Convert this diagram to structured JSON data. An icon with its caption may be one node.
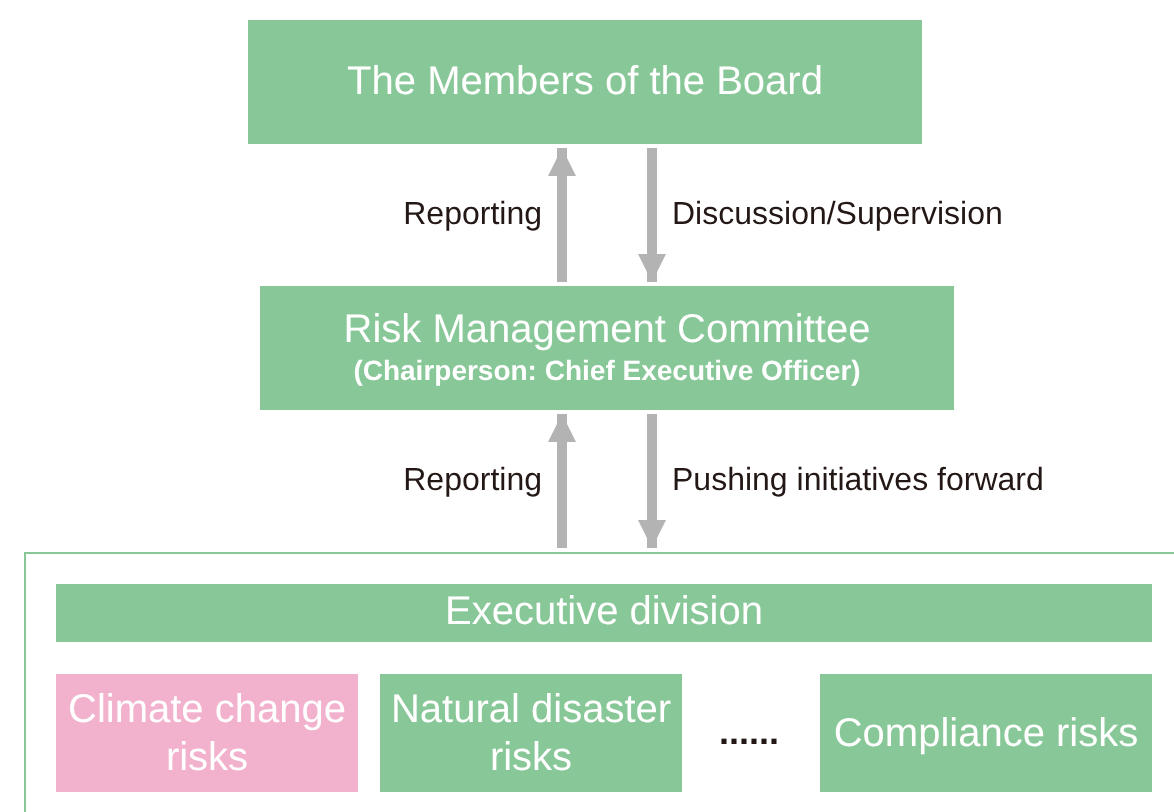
{
  "diagram": {
    "nodes": [
      {
        "text": [
          "The Members of the Board"
        ]
      },
      {
        "text": [
          "Risk Management Committee",
          "(Chairperson: Chief Executive Officer)"
        ]
      },
      {
        "text": [],
        "shape": "box"
      },
      {
        "text": [
          "Executive division"
        ],
        "in": 2
      },
      {
        "text": [
          "Climate change risks"
        ],
        "in": 2
      },
      {
        "text": [
          "Natural disaster risks"
        ],
        "in": 2
      },
      {
        "text": [
          "Compliance risks"
        ],
        "in": 2
      }
    ],
    "edges": [
      {
        "from": 1,
        "to": 0,
        "arrow": "to",
        "label": "Reporting"
      },
      {
        "from": 0,
        "to": 1,
        "arrow": "to",
        "label": "Discussion/Supervision"
      },
      {
        "from": 2,
        "to": 1,
        "arrow": "to",
        "label": "Reporting"
      },
      {
        "from": 1,
        "to": 2,
        "arrow": "to",
        "label": "Pushing initiatives forward"
      }
    ],
    "labels": [
      "......"
    ]
  }
}
